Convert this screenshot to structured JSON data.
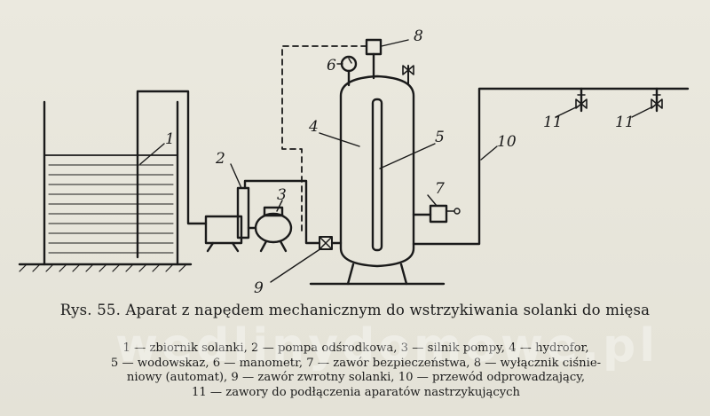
{
  "figure": {
    "caption": "Rys. 55. Aparat z napędem mechanicznym do wstrzykiwania solanki do mięsa",
    "legend": [
      "1 — zbiornik solanki, 2 — pompa odśrodkowa, 3 — silnik pompy, 4 — hydrofor,",
      "5 — wodowskaz, 6 — manometr, 7 — zawór bezpieczeństwa, 8 — wyłącznik ciśnie-",
      "niowy (automat), 9 — zawór zwrotny solanki, 10 — przewód odprowadzający,",
      "11 — zawory do podłączenia aparatów nastrzykujących"
    ],
    "labels": {
      "l1": "1",
      "l2": "2",
      "l3": "3",
      "l4": "4",
      "l5": "5",
      "l6": "6",
      "l7": "7",
      "l8": "8",
      "l9": "9",
      "l10": "10",
      "l11a": "11",
      "l11b": "11"
    },
    "watermark": "wedlinydomowe.pl"
  }
}
